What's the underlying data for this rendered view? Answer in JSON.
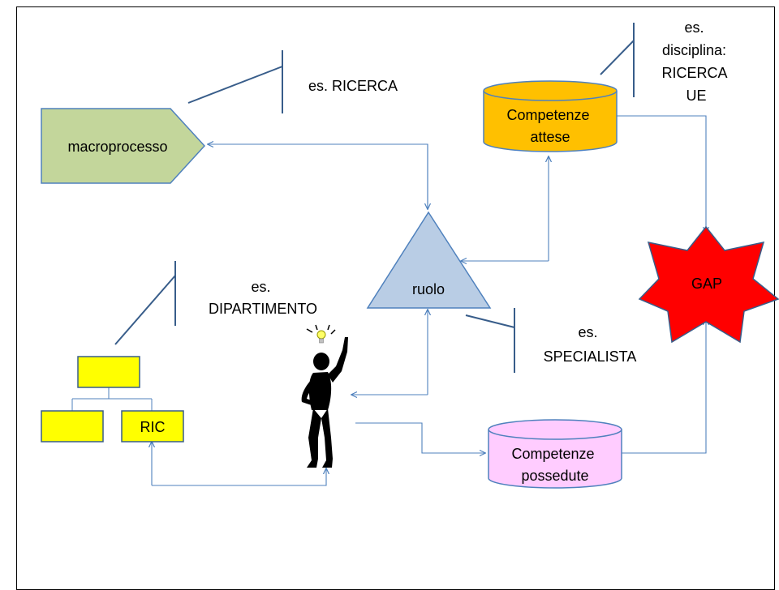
{
  "nodes": {
    "macroprocesso": "macroprocesso",
    "competenze_attese": [
      "Competenze",
      "attese"
    ],
    "ruolo": "ruolo",
    "gap": "GAP",
    "competenze_possedute": [
      "Competenze",
      "possedute"
    ],
    "org_ric": "RIC"
  },
  "callouts": {
    "ricerca": "es. RICERCA",
    "disciplina": [
      "es.",
      "disciplina:",
      "RICERCA",
      "UE"
    ],
    "dipartimento": [
      "es.",
      "DIPARTIMENTO"
    ],
    "specialista": [
      "es.",
      "SPECIALISTA"
    ]
  },
  "colors": {
    "macroprocesso": "#c3d69b",
    "competenze_attese": "#ffc000",
    "ruolo": "#b9cde5",
    "gap": "#ff0000",
    "competenze_possedute": "#ffccff",
    "org_box": "#ffff00",
    "connector": "#4f81bd",
    "callout_line": "#385d8a"
  },
  "icons": {
    "person": "thinking-person-icon",
    "idea": "lightbulb-icon"
  }
}
